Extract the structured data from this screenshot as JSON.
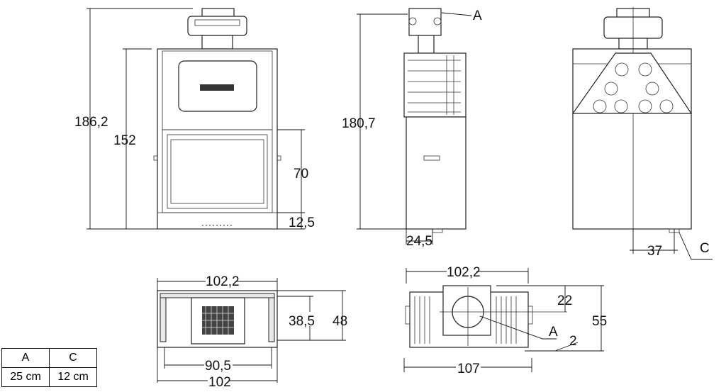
{
  "front_view": {
    "total_height": "186,2",
    "body_height": "152",
    "door_height": "70",
    "base_height": "12,5"
  },
  "side_view": {
    "total_height": "180,7",
    "label_a": "A",
    "offset": "24,5"
  },
  "back_view": {
    "offset": "37",
    "label_c": "C"
  },
  "top_view_left": {
    "width_top": "102,2",
    "depth_inner": "38,5",
    "depth": "48",
    "width_inner": "90,5",
    "width_bottom": "102"
  },
  "top_view_right": {
    "width_top": "102,2",
    "center_offset": "22",
    "depth": "55",
    "label_a": "A",
    "gap": "2",
    "width_bottom": "107"
  },
  "legend_table": {
    "headers": [
      "A",
      "C"
    ],
    "values": [
      "25 cm",
      "12 cm"
    ]
  }
}
